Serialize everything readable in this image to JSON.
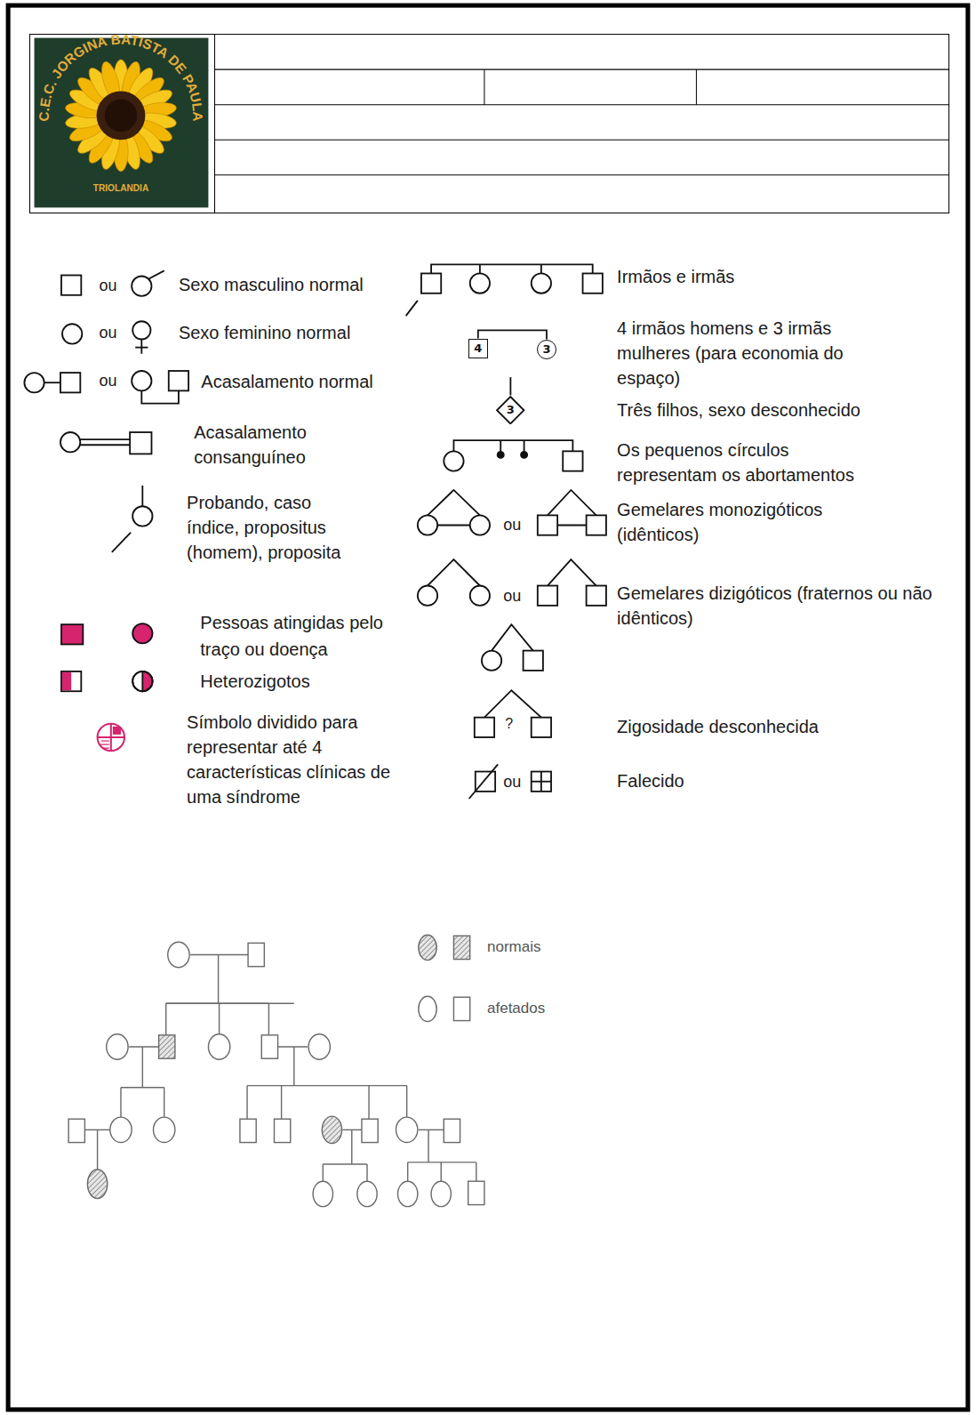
{
  "diagram": {
    "nodes": [
      {
        "text": [
          "4"
        ]
      },
      {
        "text": [
          "3"
        ]
      },
      {
        "text": [
          "3"
        ]
      }
    ],
    "edges": [
      {
        "from": 0,
        "to": 1,
        "arrow": "none"
      }
    ],
    "labels": [
      "C.E.C. JORGINA BATISTA DE PAULA",
      "TRIOLANDIA",
      "ou",
      "Sexo masculino normal",
      "ou",
      "Sexo feminino normal",
      "ou",
      "Acasalamento normal",
      "Acasalamento consanguíneo",
      "Probando, caso índice, propositus (homem), proposita",
      "Pessoas atingidas pelo traço ou doença",
      "Heterozigotos",
      "Símbolo dividido para representar até 4 características clínicas de uma síndrome",
      "Irmãos e irmãs",
      "4 irmãos homens e 3 irmãs mulheres (para economia do espaço)",
      "Três filhos, sexo desconhecido",
      "Os pequenos círculos representam os abortamentos",
      "Gemelares monozigóticos (idênticos)",
      "ou",
      "Gemelares dizigóticos (fraternos ou não idênticos)",
      "ou",
      "?",
      "Zigosidade desconhecida",
      "Falecido",
      "ou"
    ],
    "legend": [
      {
        "text": "normais"
      },
      {
        "text": "afetados"
      }
    ]
  }
}
